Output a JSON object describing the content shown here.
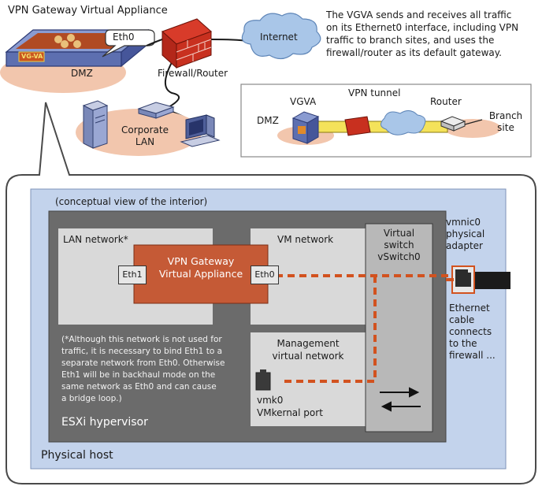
{
  "top": {
    "appliance_title": "VPN Gateway Virtual Appliance",
    "appliance_badge": "VG-VA",
    "eth0_callout": "Eth0",
    "dmz_label": "DMZ",
    "internet_label": "Internet",
    "firewall_label": "Firewall/Router",
    "corporate_lan_line1": "Corporate",
    "corporate_lan_line2": "LAN",
    "description": [
      "The VGVA sends and receives all traffic",
      "on its Ethernet0 interface, including VPN",
      "traffic to branch sites, and uses the",
      "firewall/router as its default gateway."
    ]
  },
  "tunnel_box": {
    "title": "VPN tunnel",
    "vgva": "VGVA",
    "router": "Router",
    "dmz": "DMZ",
    "branch_line1": "Branch",
    "branch_line2": "site"
  },
  "host": {
    "conceptual_view": "(conceptual view of the interior)",
    "physical_host": "Physical host",
    "esxi_label": "ESXi hypervisor",
    "lan_network": "LAN network*",
    "vm_network": "VM  network",
    "appliance_line1": "VPN Gateway",
    "appliance_line2": "Virtual Appliance",
    "eth1": "Eth1",
    "eth0": "Eth0",
    "footnote": [
      "(*Although this network is not used for",
      "traffic, it is necessary to bind Eth1 to a",
      "separate network from Eth0. Otherwise",
      "Eth1 will be in backhaul mode on the",
      "same network as Eth0 and can cause",
      "a bridge loop.)"
    ],
    "mgmt_line1": "Management",
    "mgmt_line2": "virtual network",
    "vmk_line1": "vmk0",
    "vmk_line2": "VMkernal port",
    "vswitch_line1": "Virtual",
    "vswitch_line2": "switch",
    "vswitch_line3": "vSwitch0",
    "vmnic_line1": "vmnic0",
    "vmnic_line2": "physical",
    "vmnic_line3": "adapter",
    "cable_note": [
      "Ethernet",
      "cable",
      "connects",
      "to the",
      "firewall ..."
    ]
  },
  "colors": {
    "host_blue": "#c3d3ec",
    "hypervisor_gray": "#6b6b6b",
    "network_gray": "#d9d9d9",
    "appliance_orange": "#c55a36",
    "dashed_link": "#d2521f",
    "cloud_blue": "#a9c6e8",
    "dmz_pink": "#f2c6ad"
  }
}
